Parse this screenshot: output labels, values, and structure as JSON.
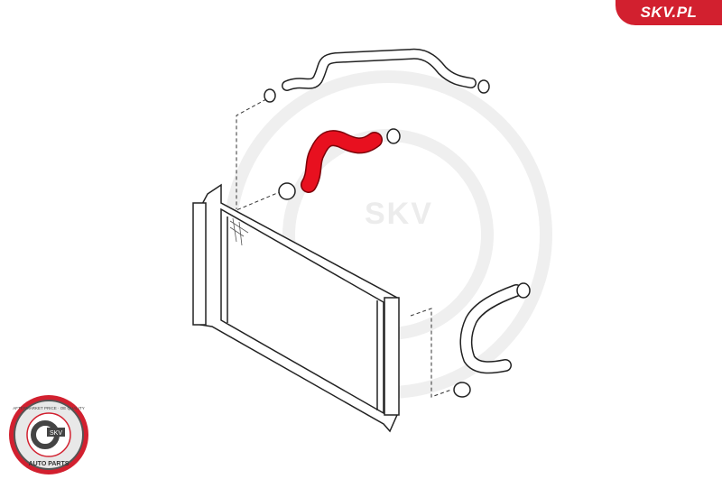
{
  "brand": {
    "label": "SKV.PL",
    "color": "#d2202f"
  },
  "watermark": {
    "text": "SKV"
  },
  "badge": {
    "top_text": "AFTERMARKET PRICE · OE QUALITY",
    "center_text": "SKV",
    "bottom_text": "AUTO PARTS"
  },
  "colors": {
    "highlight_part": "#e8101f",
    "outline": "#222222"
  }
}
